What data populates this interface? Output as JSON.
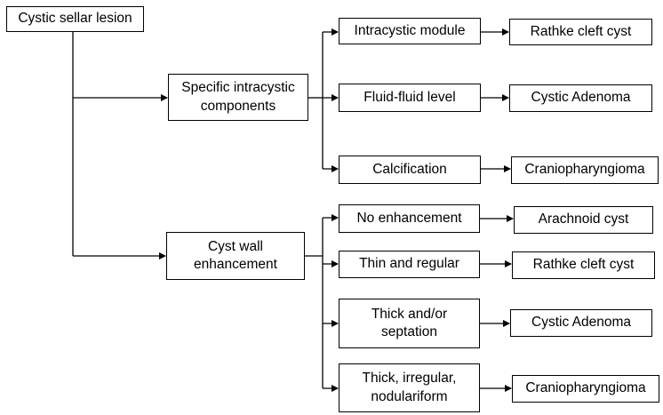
{
  "root": "Cystic sellar lesion",
  "branches": [
    {
      "label": "Specific intracystic\ncomponents",
      "findings": [
        {
          "finding": "Intracystic module",
          "diagnosis": "Rathke cleft cyst"
        },
        {
          "finding": "Fluid-fluid level",
          "diagnosis": "Cystic Adenoma"
        },
        {
          "finding": "Calcification",
          "diagnosis": "Craniopharyngioma"
        }
      ]
    },
    {
      "label": "Cyst wall\nenhancement",
      "findings": [
        {
          "finding": "No enhancement",
          "diagnosis": "Arachnoid cyst"
        },
        {
          "finding": "Thin and regular",
          "diagnosis": "Rathke cleft cyst"
        },
        {
          "finding": "Thick and/or\nseptation",
          "diagnosis": "Cystic Adenoma"
        },
        {
          "finding": "Thick, irregular,\nnodulariform",
          "diagnosis": "Craniopharyngioma"
        }
      ]
    }
  ]
}
